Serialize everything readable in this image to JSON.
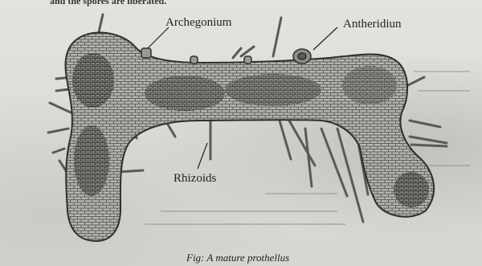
{
  "text": {
    "top_line": "and the spores are liberated.",
    "archegonium": "Archegonium",
    "antheridium": "Antheridiun",
    "rhizoids": "Rhizoids",
    "caption": "Fig: A mature prothellus"
  },
  "colors": {
    "paper": "#d9d9d4",
    "ink": "#1c1c1c",
    "tissue": "#6e6e6a",
    "cell_fill": "#a8a8a3"
  }
}
